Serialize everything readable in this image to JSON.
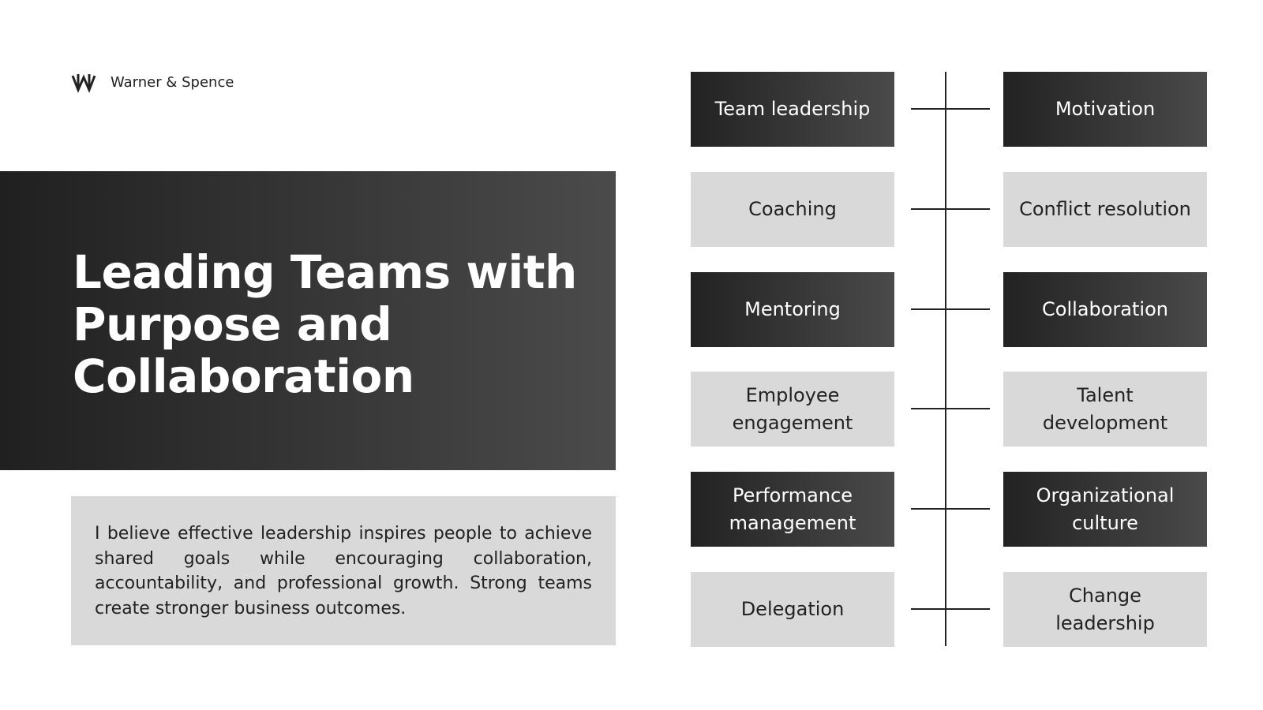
{
  "brand": {
    "name": "Warner & Spence",
    "icon": "w-logo-icon"
  },
  "title": "Leading Teams with Purpose and Collaboration",
  "quote": "I believe effective leadership inspires people to achieve shared goals while encouraging collaboration, accountability, and professional growth. Strong teams create stronger business outcomes.",
  "colors": {
    "dark_start": "#222222",
    "dark_end": "#4a4a4a",
    "light": "#d9d9d9",
    "line": "#222222"
  },
  "skills": {
    "left": [
      {
        "label": "Team leadership",
        "style": "dark"
      },
      {
        "label": "Coaching",
        "style": "light"
      },
      {
        "label": "Mentoring",
        "style": "dark"
      },
      {
        "label": "Employee engagement",
        "style": "light"
      },
      {
        "label": "Performance management",
        "style": "dark"
      },
      {
        "label": "Delegation",
        "style": "light"
      }
    ],
    "right": [
      {
        "label": "Motivation",
        "style": "dark"
      },
      {
        "label": "Conflict resolution",
        "style": "light"
      },
      {
        "label": "Collaboration",
        "style": "dark"
      },
      {
        "label": "Talent development",
        "style": "light"
      },
      {
        "label": "Organizational culture",
        "style": "dark"
      },
      {
        "label": "Change leadership",
        "style": "light"
      }
    ]
  }
}
